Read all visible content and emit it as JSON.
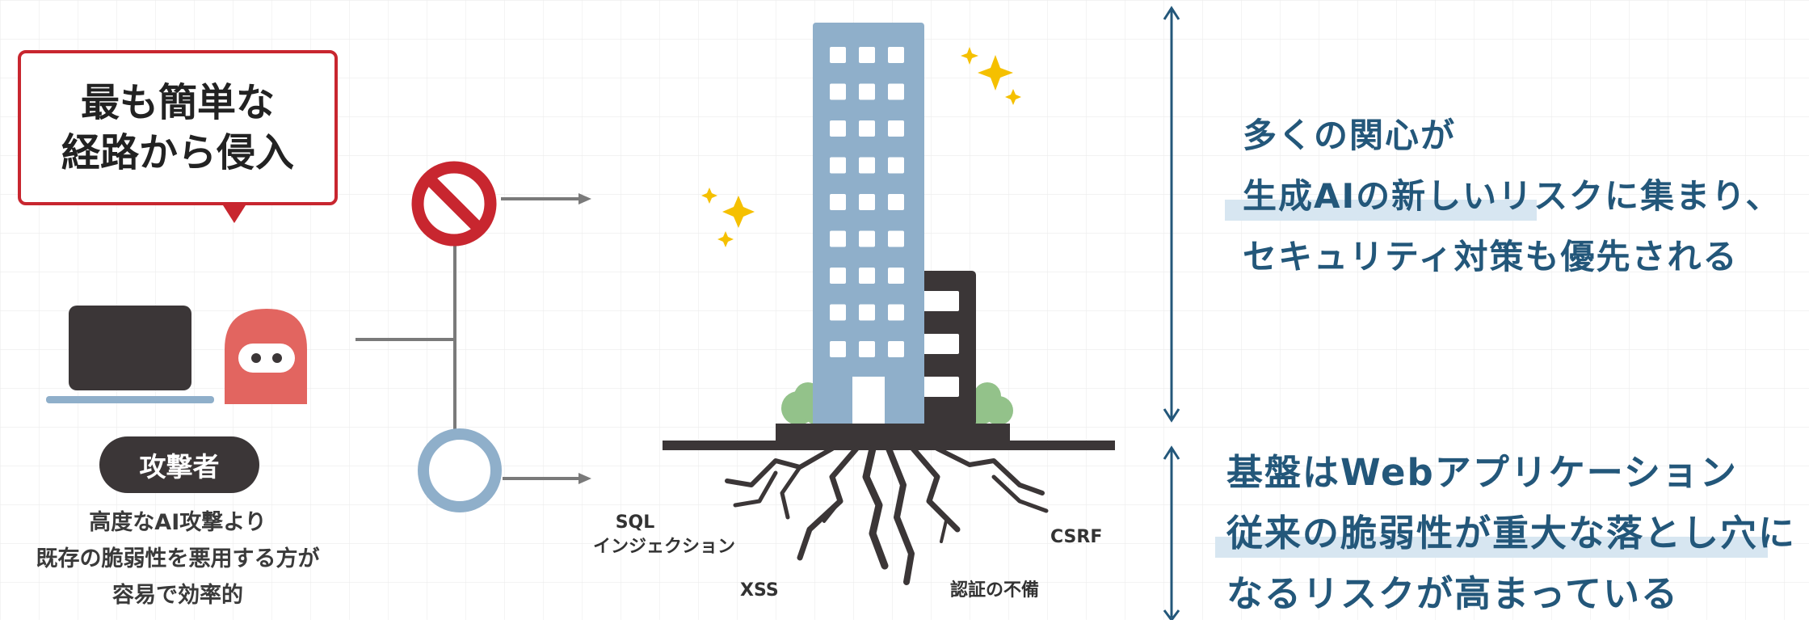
{
  "attacker": {
    "bubble_line1": "最も簡単な",
    "bubble_line2": "経路から侵入",
    "badge": "攻撃者",
    "desc_line1": "高度なAI攻撃より",
    "desc_line2": "既存の脆弱性を悪用する方が",
    "desc_line3": "容易で効率的"
  },
  "vulnerabilities": {
    "sql_line1": "SQL",
    "sql_line2": "インジェクション",
    "xss": "XSS",
    "csrf": "CSRF",
    "auth": "認証の不備"
  },
  "message_top": {
    "line1": "多くの関心が",
    "line2": "生成AIの新しいリスクに集まり、",
    "line3": "セキュリティ対策も優先される"
  },
  "message_bottom": {
    "line1": "基盤はWebアプリケーション",
    "line2": "従来の脆弱性が重大な落とし穴に",
    "line3": "なるリスクが高まっている"
  },
  "colors": {
    "accent_red": "#c8262f",
    "text_blue": "#23577a",
    "building_blue": "#8fafca",
    "highlight": "#d7e6f1",
    "dark": "#3b3637",
    "sparkle": "#f5c000",
    "ninja_red": "#e26560"
  }
}
